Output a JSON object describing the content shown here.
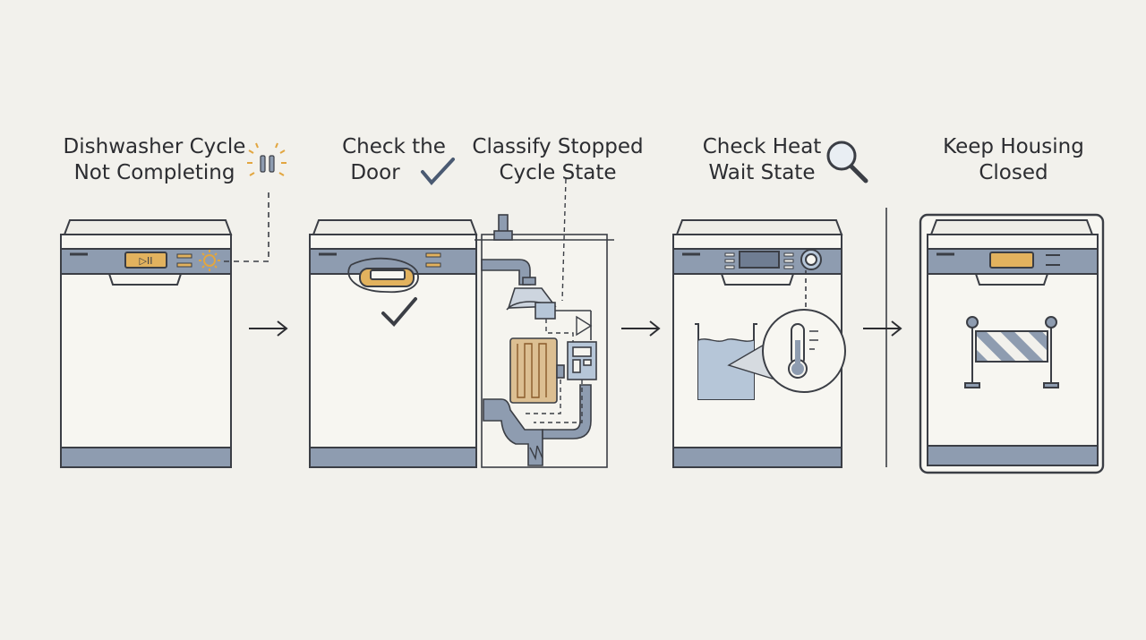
{
  "steps": [
    {
      "line1": "Dishwasher Cycle",
      "line2": "Not Completing",
      "icon": "pause-icon"
    },
    {
      "line1": "Check the",
      "line2": "Door",
      "icon": "checkmark-icon"
    },
    {
      "line1": "Classify Stopped",
      "line2": "Cycle State",
      "icon": ""
    },
    {
      "line1": "Check Heat",
      "line2": "Wait State",
      "icon": "magnifier-icon"
    },
    {
      "line1": "Keep Housing",
      "line2": "Closed",
      "icon": ""
    }
  ],
  "colors": {
    "background": "#f2f1ec",
    "outline": "#3b3e45",
    "panel": "#8e9cb0",
    "accent": "#e2b25e",
    "water": "#b6c6d8",
    "heater": "#dcbf92"
  }
}
